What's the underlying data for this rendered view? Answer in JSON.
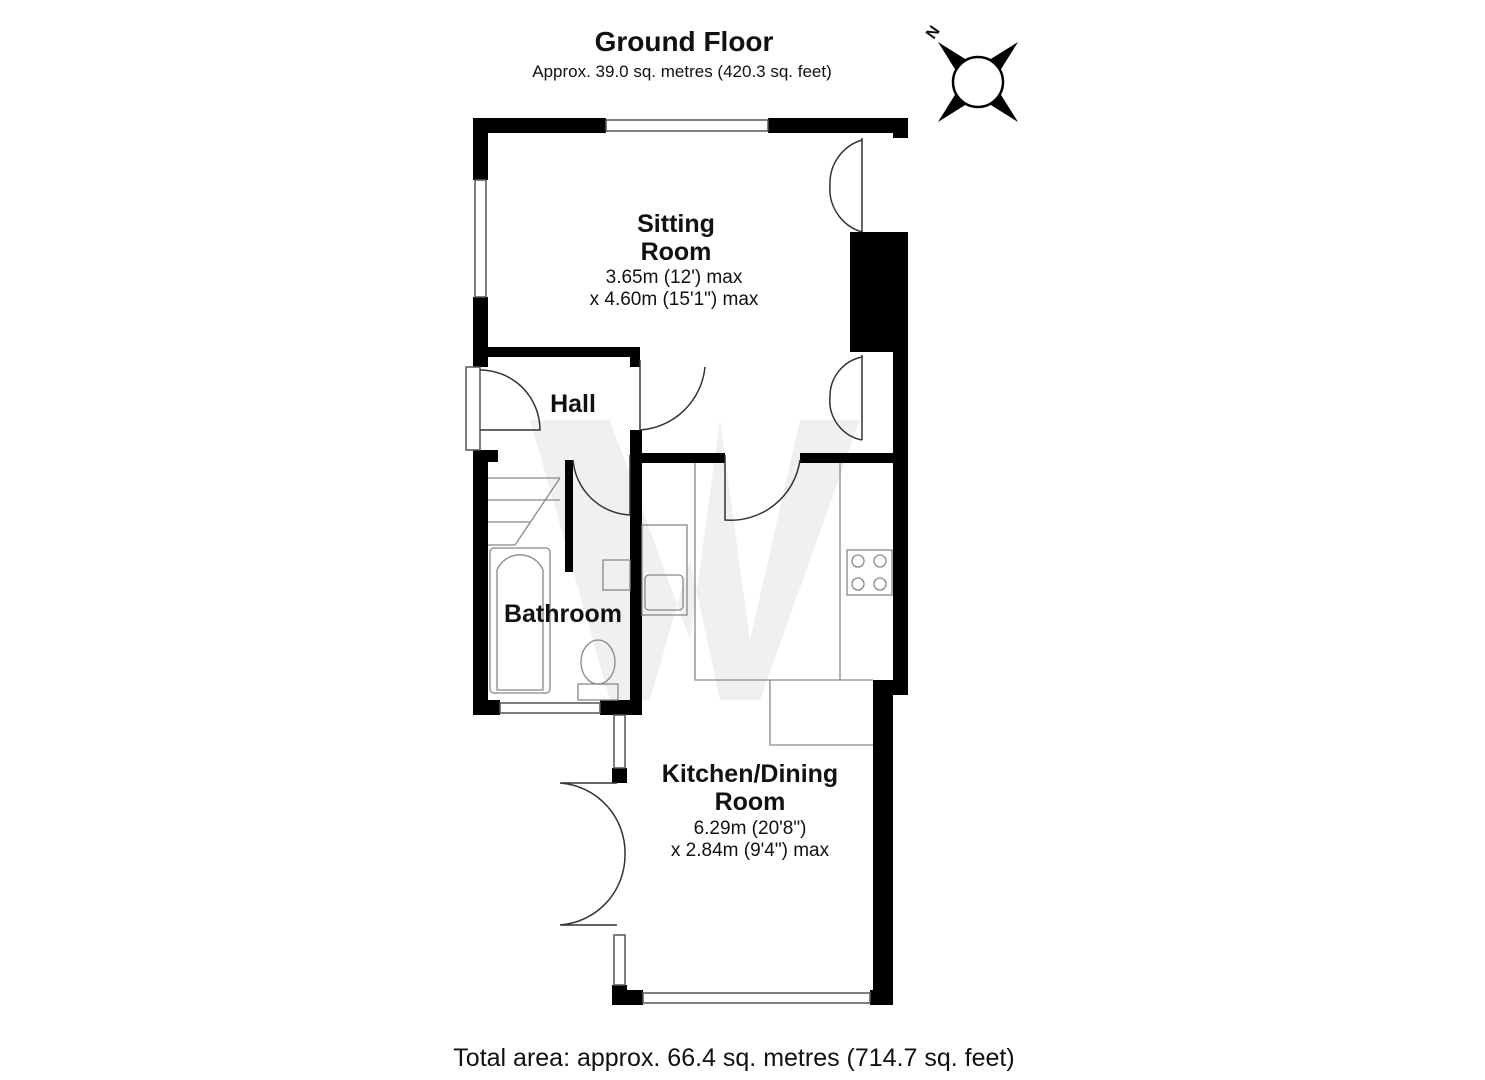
{
  "header": {
    "title": "Ground Floor",
    "subtitle": "Approx. 39.0 sq. metres (420.3 sq. feet)"
  },
  "compass": {
    "label": "N"
  },
  "rooms": {
    "sitting": {
      "name_line1": "Sitting",
      "name_line2": "Room",
      "dim1": "3.65m (12') max",
      "dim2": "x 4.60m (15'1\") max"
    },
    "hall": {
      "name": "Hall"
    },
    "bathroom": {
      "name": "Bathroom"
    },
    "kitchen": {
      "name_line1": "Kitchen/Dining",
      "name_line2": "Room",
      "dim1": "6.29m (20'8\")",
      "dim2": "x 2.84m (9'4\") max"
    }
  },
  "footer": {
    "total": "Total area: approx. 66.4 sq. metres (714.7 sq. feet)"
  },
  "colors": {
    "wall": "#000000",
    "fixture": "#888888",
    "watermark": "#eeeeee"
  }
}
